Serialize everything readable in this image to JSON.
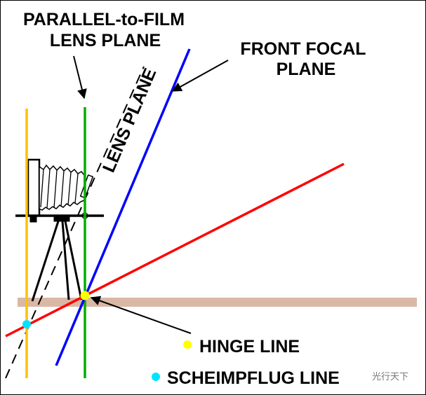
{
  "labels": {
    "parallel_line1": "PARALLEL-to-FILM",
    "parallel_line2": "LENS PLANE",
    "front_focal_line1": "FRONT  FOCAL",
    "front_focal_line2": "PLANE",
    "lens_plane": "LENS  PLANE",
    "hinge_line": "HINGE  LINE",
    "scheimpflug_line": "SCHEIMPFLUG  LINE"
  },
  "watermark": "光行天下",
  "colors": {
    "film_plane": "#ffc000",
    "parallel_plane": "#00b000",
    "front_focal_plane": "#0000ff",
    "plane_of_focus": "#ff0000",
    "ground": "#d9b8a5",
    "hinge_dot": "#ffff00",
    "scheimpflug_dot": "#00e5ff"
  }
}
